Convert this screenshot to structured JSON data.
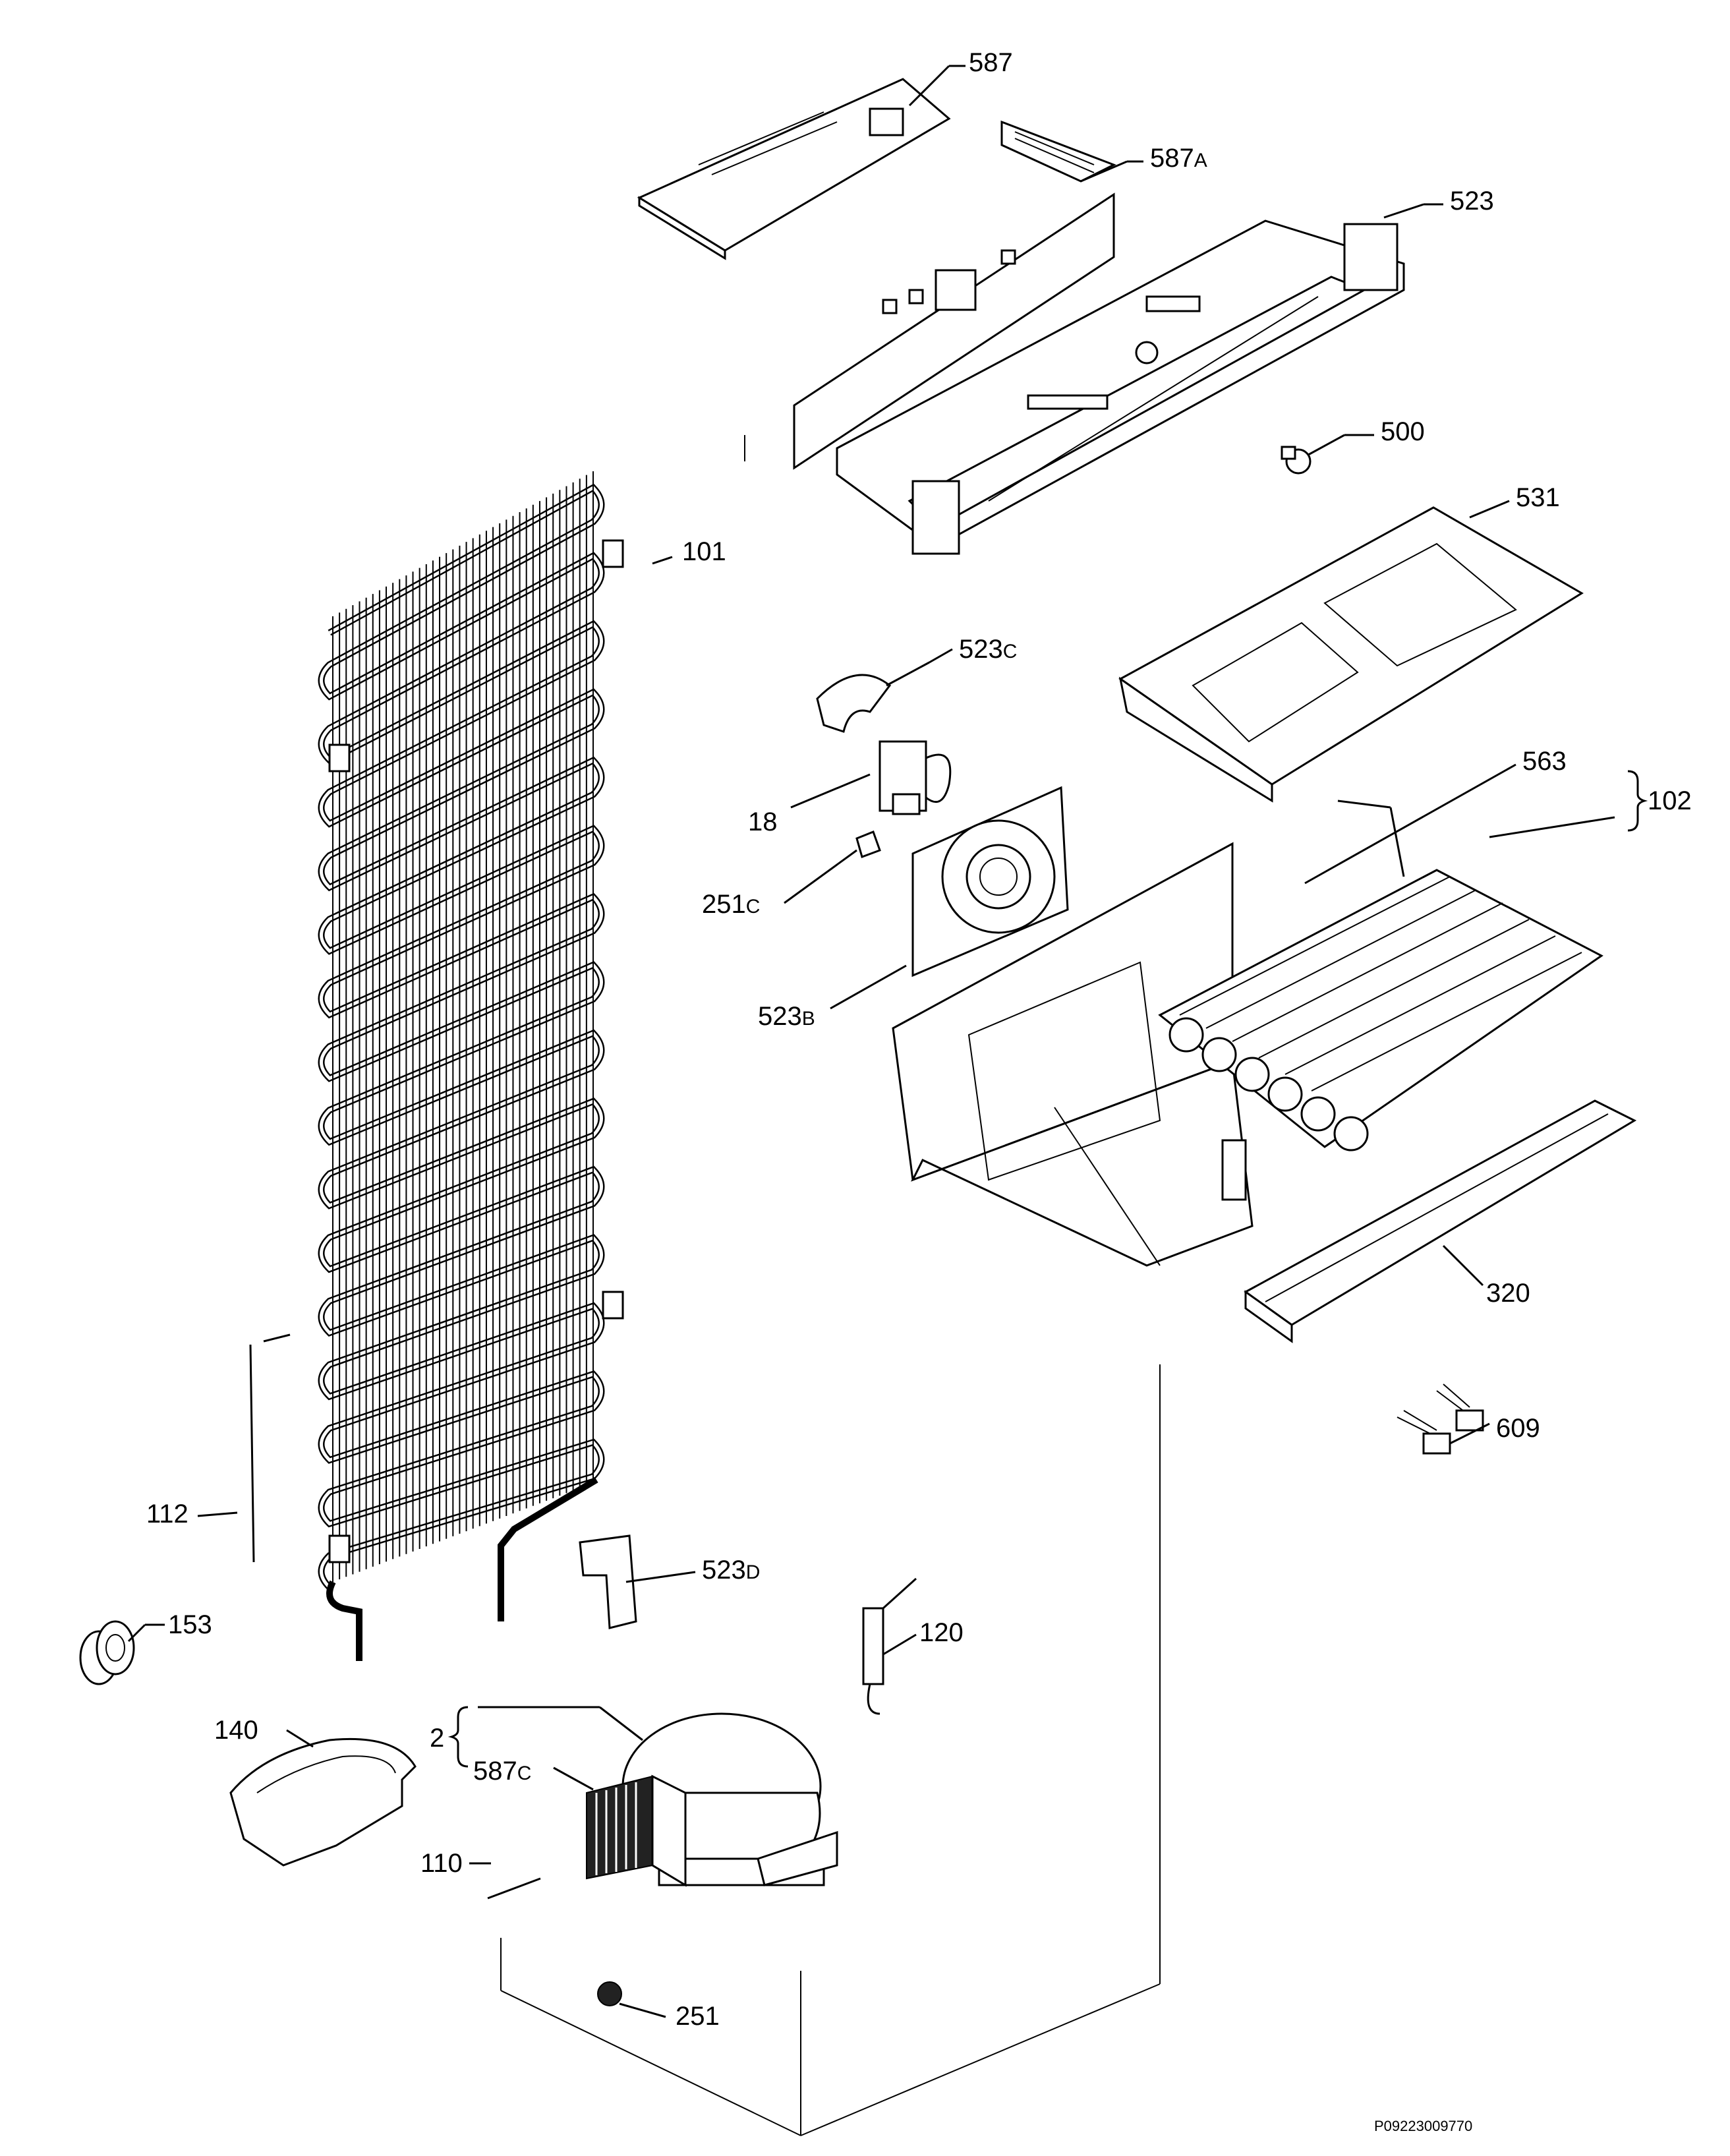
{
  "diagram": {
    "reference_code": "P09223009770",
    "labels": {
      "l587": {
        "num": "587",
        "suffix": ""
      },
      "l587a": {
        "num": "587",
        "suffix": "A"
      },
      "l523": {
        "num": "523",
        "suffix": ""
      },
      "l500": {
        "num": "500",
        "suffix": ""
      },
      "l531": {
        "num": "531",
        "suffix": ""
      },
      "l101": {
        "num": "101",
        "suffix": ""
      },
      "l523c": {
        "num": "523",
        "suffix": "C"
      },
      "l18": {
        "num": "18",
        "suffix": ""
      },
      "l251c": {
        "num": "251",
        "suffix": "C"
      },
      "l523b": {
        "num": "523",
        "suffix": "B"
      },
      "l563": {
        "num": "563",
        "suffix": ""
      },
      "l102": {
        "num": "102",
        "suffix": ""
      },
      "l320": {
        "num": "320",
        "suffix": ""
      },
      "l609": {
        "num": "609",
        "suffix": ""
      },
      "l112": {
        "num": "112",
        "suffix": ""
      },
      "l523d": {
        "num": "523",
        "suffix": "D"
      },
      "l153": {
        "num": "153",
        "suffix": ""
      },
      "l120": {
        "num": "120",
        "suffix": ""
      },
      "l140": {
        "num": "140",
        "suffix": ""
      },
      "l2": {
        "num": "2",
        "suffix": ""
      },
      "l587c": {
        "num": "587",
        "suffix": "C"
      },
      "l110": {
        "num": "110",
        "suffix": ""
      },
      "l251": {
        "num": "251",
        "suffix": ""
      }
    }
  }
}
